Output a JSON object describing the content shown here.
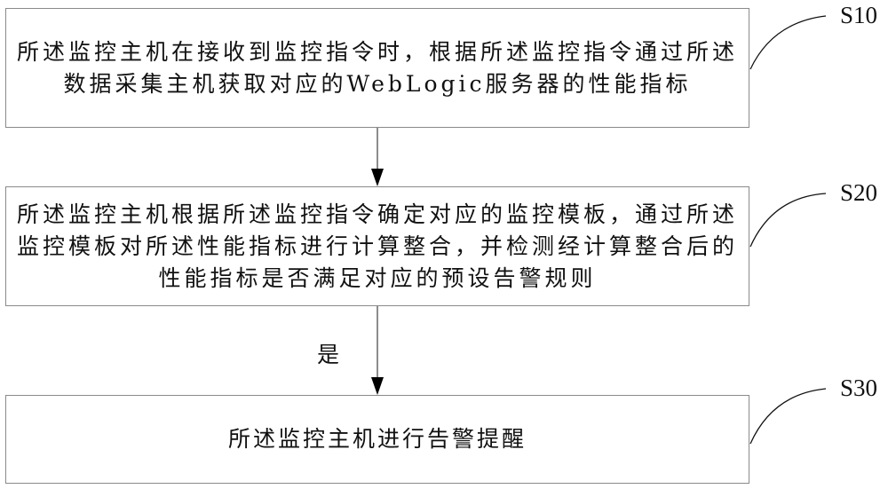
{
  "steps": [
    {
      "id": "S10",
      "label": "S10",
      "text": "所述监控主机在接收到监控指令时，根据所述监控指令通过所述数据采集主机获取对应的WebLogic服务器的性能指标"
    },
    {
      "id": "S20",
      "label": "S20",
      "text": "所述监控主机根据所述监控指令确定对应的监控模板，通过所述监控模板对所述性能指标进行计算整合，并检测经计算整合后的性能指标是否满足对应的预设告警规则"
    },
    {
      "id": "S30",
      "label": "S30",
      "text": "所述监控主机进行告警提醒"
    }
  ],
  "edges": [
    {
      "from": "S10",
      "to": "S20",
      "label": ""
    },
    {
      "from": "S20",
      "to": "S30",
      "label": "是"
    }
  ],
  "colors": {
    "box_border": "#8a8a8a",
    "line": "#111111",
    "background": "#ffffff"
  }
}
